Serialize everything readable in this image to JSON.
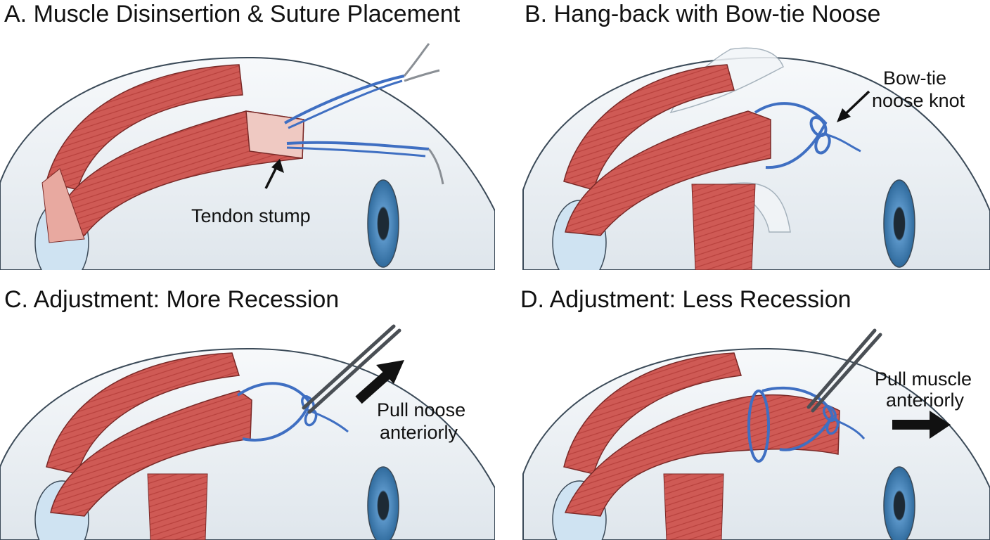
{
  "panels": {
    "a": {
      "title": "A. Muscle Disinsertion & Suture Placement",
      "label": "Tendon stump"
    },
    "b": {
      "title": "B. Hang-back with Bow-tie Noose",
      "label_line1": "Bow-tie",
      "label_line2": "noose knot"
    },
    "c": {
      "title": "C. Adjustment: More Recession",
      "label_line1": "Pull noose",
      "label_line2": "anteriorly"
    },
    "d": {
      "title": "D. Adjustment: Less Recession",
      "label_line1": "Pull muscle",
      "label_line2": "anteriorly"
    }
  },
  "colors": {
    "muscle": "#cf5a55",
    "muscle_dark": "#a83b38",
    "tendon": "#efc9c2",
    "globe": "#e9eef3",
    "iris": "#3f7fb3",
    "suture": "#3f6fc2"
  },
  "icons": [
    "needle-icon",
    "forceps-icon",
    "arrow-icon",
    "bow-tie-knot-icon"
  ]
}
